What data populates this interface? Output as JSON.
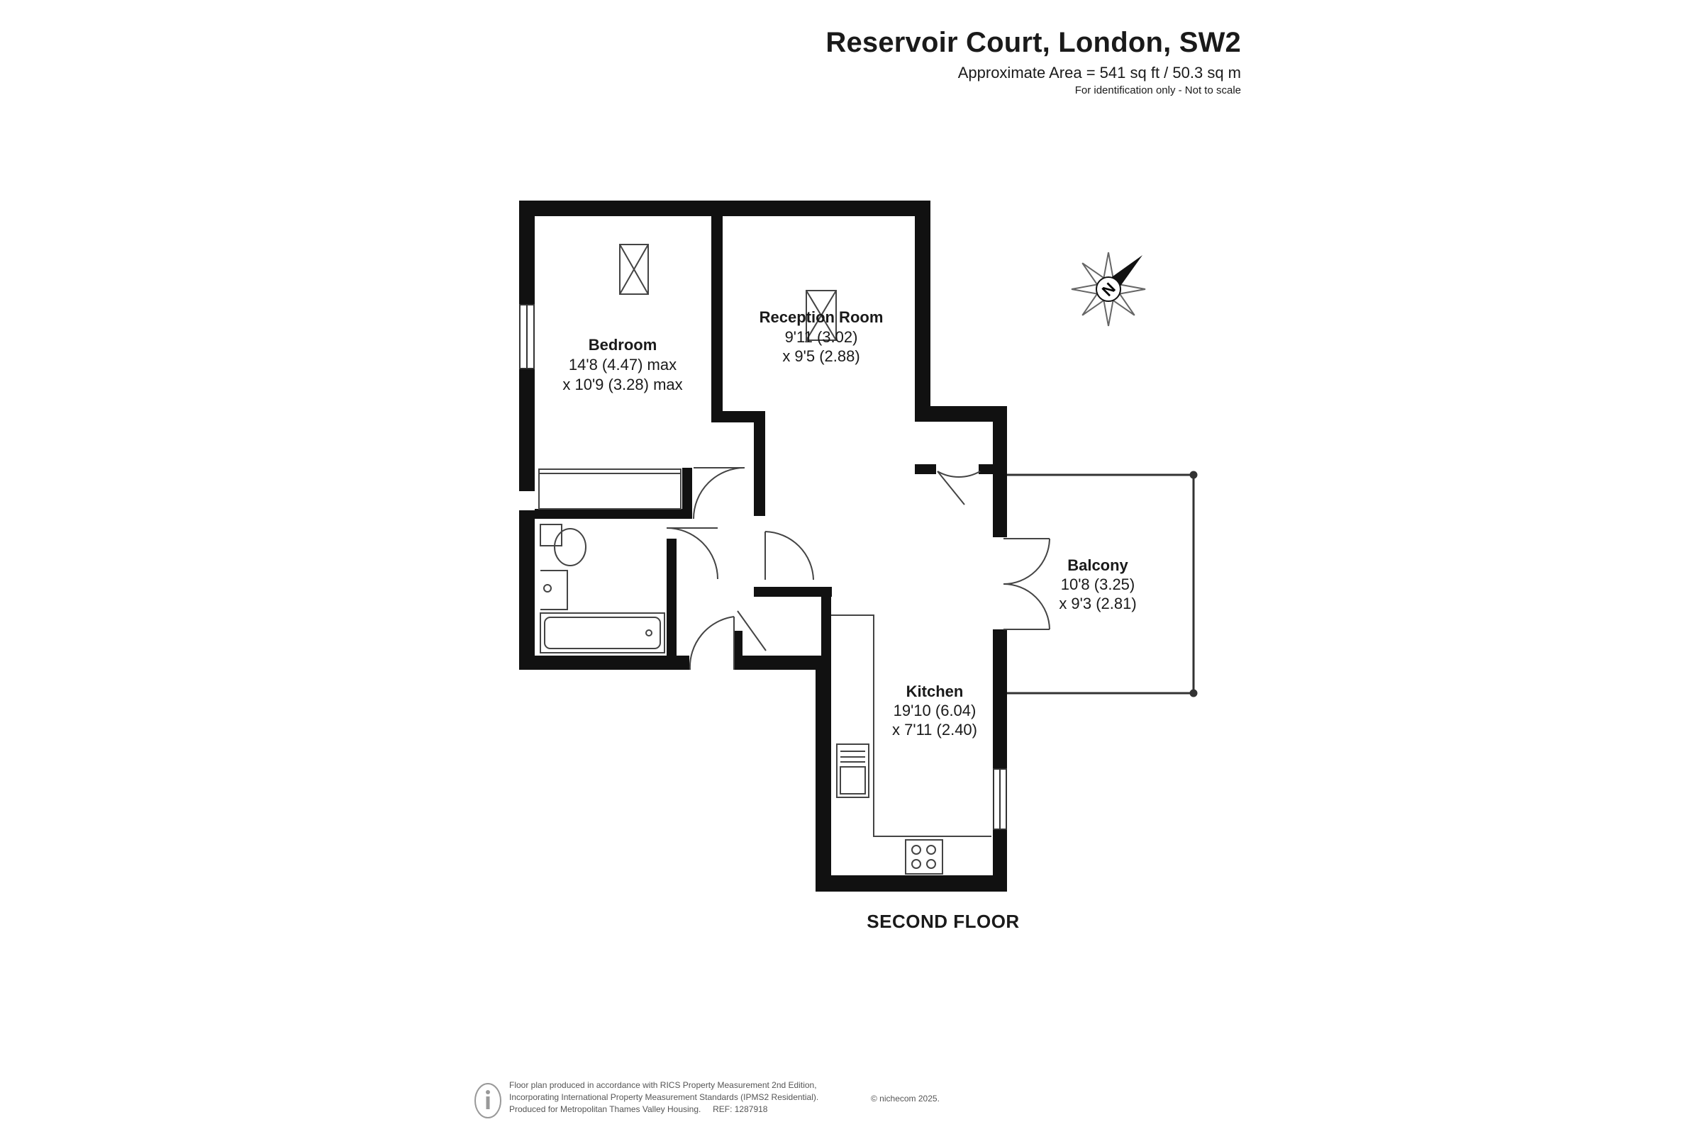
{
  "header": {
    "title": "Reservoir Court, London, SW2",
    "area": "Approximate Area = 541 sq ft / 50.3 sq m",
    "note": "For identification only - Not to scale"
  },
  "rooms": {
    "bedroom": {
      "name": "Bedroom",
      "dim1": "14'8 (4.47) max",
      "dim2": "x 10'9 (3.28) max"
    },
    "reception": {
      "name": "Reception Room",
      "dim1": "9'11 (3.02)",
      "dim2": "x 9'5 (2.88)"
    },
    "balcony": {
      "name": "Balcony",
      "dim1": "10'8 (3.25)",
      "dim2": "x 9'3 (2.81)"
    },
    "kitchen": {
      "name": "Kitchen",
      "dim1": "19'10 (6.04)",
      "dim2": "x 7'11 (2.40)"
    }
  },
  "compass": {
    "label": "N"
  },
  "floor_label": "SECOND FLOOR",
  "footer": {
    "line1": "Floor plan produced in accordance with RICS Property Measurement 2nd Edition,",
    "line2": "Incorporating International Property Measurement Standards (IPMS2 Residential).",
    "line3": "Produced for Metropolitan Thames Valley Housing.",
    "ref": "REF: 1287918",
    "copyright": "© nichecom 2025."
  },
  "colors": {
    "wall": "#111111",
    "line": "#555555",
    "text": "#1a1a1a"
  }
}
